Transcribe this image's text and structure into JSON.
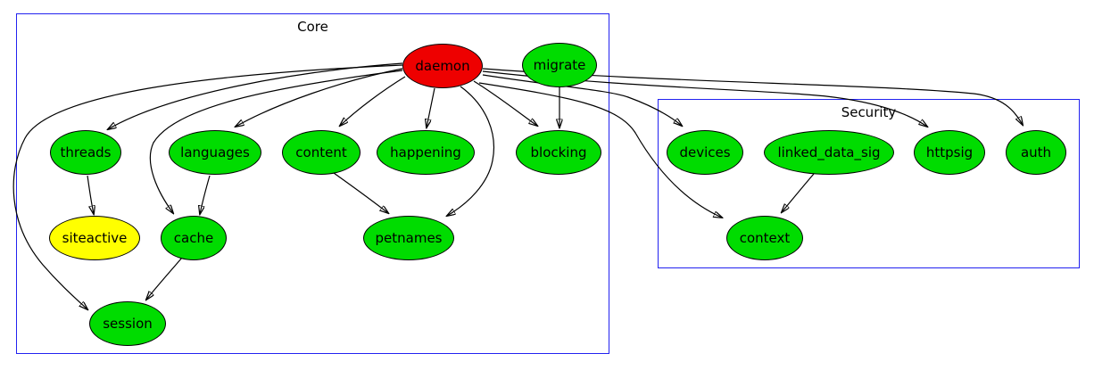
{
  "diagram": {
    "type": "dependency-graph",
    "colors": {
      "green": "#00dc00",
      "red": "#ee0000",
      "yellow": "#ffff00",
      "cluster_border": "#2222f0",
      "edge": "#000000"
    },
    "clusters": [
      {
        "id": "core",
        "label": "Core"
      },
      {
        "id": "security",
        "label": "Security"
      }
    ],
    "nodes": [
      {
        "id": "daemon",
        "label": "daemon",
        "color": "red",
        "cluster": "core"
      },
      {
        "id": "migrate",
        "label": "migrate",
        "color": "green",
        "cluster": "core"
      },
      {
        "id": "threads",
        "label": "threads",
        "color": "green",
        "cluster": "core"
      },
      {
        "id": "languages",
        "label": "languages",
        "color": "green",
        "cluster": "core"
      },
      {
        "id": "content",
        "label": "content",
        "color": "green",
        "cluster": "core"
      },
      {
        "id": "happening",
        "label": "happening",
        "color": "green",
        "cluster": "core"
      },
      {
        "id": "blocking",
        "label": "blocking",
        "color": "green",
        "cluster": "core"
      },
      {
        "id": "siteactive",
        "label": "siteactive",
        "color": "yellow",
        "cluster": "core"
      },
      {
        "id": "cache",
        "label": "cache",
        "color": "green",
        "cluster": "core"
      },
      {
        "id": "petnames",
        "label": "petnames",
        "color": "green",
        "cluster": "core"
      },
      {
        "id": "session",
        "label": "session",
        "color": "green",
        "cluster": "core"
      },
      {
        "id": "devices",
        "label": "devices",
        "color": "green",
        "cluster": "security"
      },
      {
        "id": "linked_data_sig",
        "label": "linked_data_sig",
        "color": "green",
        "cluster": "security"
      },
      {
        "id": "httpsig",
        "label": "httpsig",
        "color": "green",
        "cluster": "security"
      },
      {
        "id": "auth",
        "label": "auth",
        "color": "green",
        "cluster": "security"
      },
      {
        "id": "context",
        "label": "context",
        "color": "green",
        "cluster": "security"
      }
    ],
    "edges": [
      {
        "from": "daemon",
        "to": "threads"
      },
      {
        "from": "daemon",
        "to": "languages"
      },
      {
        "from": "daemon",
        "to": "content"
      },
      {
        "from": "daemon",
        "to": "happening"
      },
      {
        "from": "daemon",
        "to": "blocking"
      },
      {
        "from": "daemon",
        "to": "petnames"
      },
      {
        "from": "daemon",
        "to": "cache"
      },
      {
        "from": "daemon",
        "to": "session"
      },
      {
        "from": "daemon",
        "to": "devices"
      },
      {
        "from": "daemon",
        "to": "httpsig"
      },
      {
        "from": "daemon",
        "to": "auth"
      },
      {
        "from": "daemon",
        "to": "context"
      },
      {
        "from": "migrate",
        "to": "blocking"
      },
      {
        "from": "threads",
        "to": "siteactive"
      },
      {
        "from": "languages",
        "to": "cache"
      },
      {
        "from": "content",
        "to": "petnames"
      },
      {
        "from": "cache",
        "to": "session"
      },
      {
        "from": "linked_data_sig",
        "to": "context"
      }
    ]
  }
}
